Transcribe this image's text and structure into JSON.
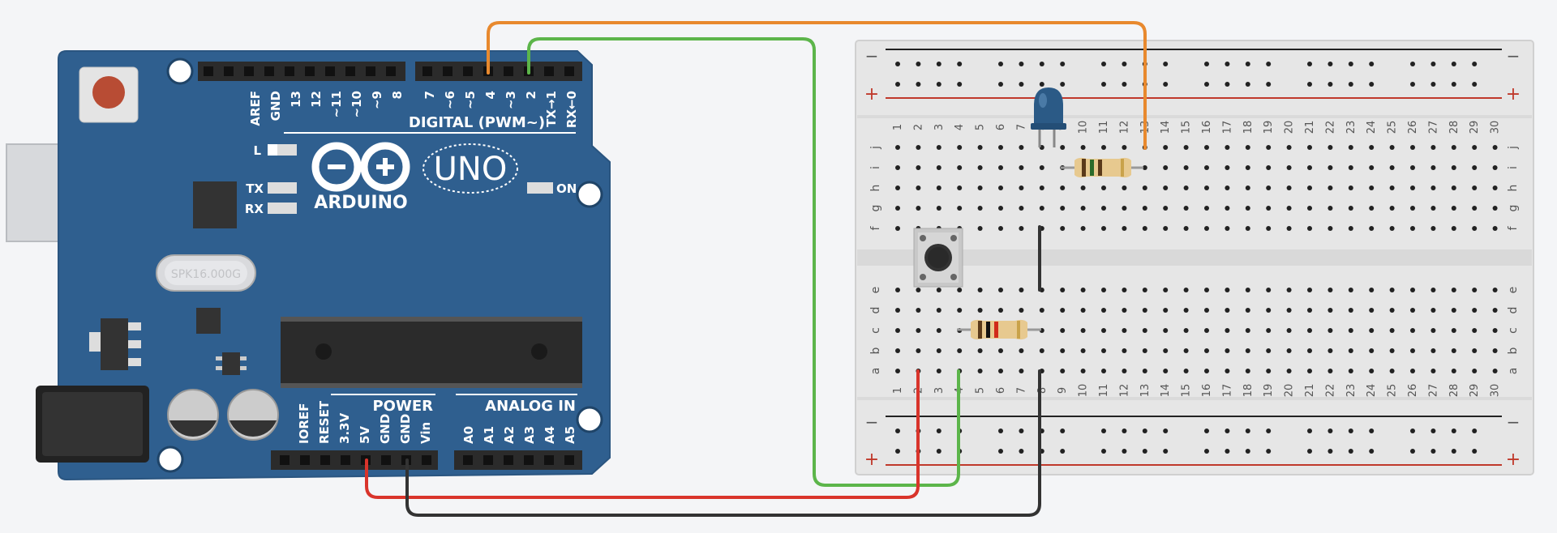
{
  "arduino": {
    "brand": "ARDUINO",
    "model": "UNO",
    "digital_header_label": "DIGITAL (PWM~)",
    "power_header_label": "POWER",
    "analog_header_label": "ANALOG IN",
    "digital_pins": [
      "AREF",
      "GND",
      "13",
      "12",
      "~11",
      "~10",
      "~9",
      "8",
      "7",
      "~6",
      "~5",
      "4",
      "~3",
      "2",
      "TX→1",
      "RX←0"
    ],
    "power_pins": [
      "IOREF",
      "RESET",
      "3.3V",
      "5V",
      "GND",
      "GND",
      "Vin"
    ],
    "analog_pins": [
      "A0",
      "A1",
      "A2",
      "A3",
      "A4",
      "A5"
    ],
    "led_labels": {
      "l": "L",
      "tx": "TX",
      "rx": "RX",
      "on": "ON"
    },
    "crystal_label": "SPK16.000G"
  },
  "breadboard": {
    "columns": [
      "1",
      "2",
      "3",
      "4",
      "5",
      "6",
      "7",
      "8",
      "9",
      "10",
      "11",
      "12",
      "13",
      "14",
      "15",
      "16",
      "17",
      "18",
      "19",
      "20",
      "21",
      "22",
      "23",
      "24",
      "25",
      "26",
      "27",
      "28",
      "29",
      "30"
    ],
    "rows_top": [
      "j",
      "i",
      "h",
      "g",
      "f"
    ],
    "rows_bottom": [
      "e",
      "d",
      "c",
      "b",
      "a"
    ],
    "rail_minus": "−",
    "rail_plus": "+"
  },
  "wires": [
    {
      "name": "orange-wire",
      "color": "#e8892e"
    },
    {
      "name": "green-wire",
      "color": "#5cb54a"
    },
    {
      "name": "red-wire",
      "color": "#d9342b"
    },
    {
      "name": "black-wire",
      "color": "#333333"
    }
  ],
  "colors": {
    "board": "#2f5f8f",
    "board_dark": "#224a73",
    "header": "#2b2b2b",
    "breadboard": "#e6e6e6",
    "led": "#2b5a86"
  }
}
